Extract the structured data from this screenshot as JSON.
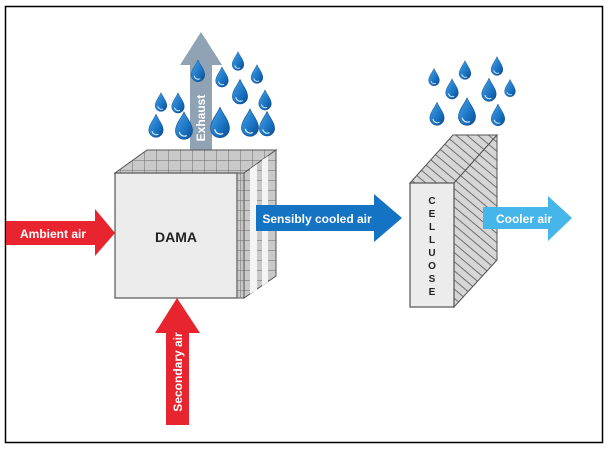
{
  "diagram": {
    "title": "",
    "components": {
      "dama": {
        "label": "DAMA"
      },
      "cellulose": {
        "label": "CELLUOSE"
      }
    },
    "arrows": {
      "ambient_air": {
        "label": "Ambient air",
        "color": "#e8242e"
      },
      "secondary_air": {
        "label": "Secondary air",
        "color": "#e8242e"
      },
      "exhaust": {
        "label": "Exhaust",
        "color": "#8fa3b4"
      },
      "sensibly_cooled_air": {
        "label": "Sensibly cooled air",
        "color": "#1473c3"
      },
      "cooler_air": {
        "label": "Cooler air",
        "color": "#45b5ea"
      }
    },
    "colors": {
      "drop": "#1a74c4",
      "drop_dark": "#0d4f94",
      "frame": "#000000",
      "box_face": "#eeeeee",
      "box_edge": "#555555",
      "hatch": "#777777"
    }
  }
}
